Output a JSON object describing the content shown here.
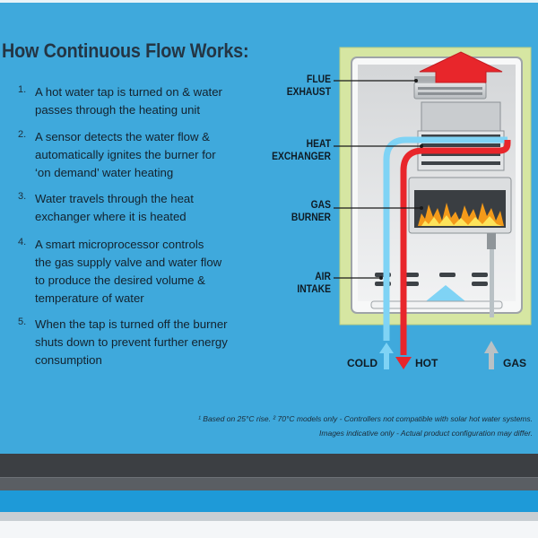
{
  "title": "How Continuous Flow Works:",
  "steps": [
    {
      "number": "1.",
      "lines": [
        "A hot water tap is turned on & water",
        "passes through the heating unit"
      ]
    },
    {
      "number": "2.",
      "lines": [
        "A sensor detects the water flow &",
        "automatically ignites the burner for",
        "‘on demand’ water heating"
      ]
    },
    {
      "number": "3.",
      "lines": [
        "Water travels through the heat",
        "exchanger where it is heated"
      ]
    },
    {
      "number": "4.",
      "lines": [
        "A smart microprocessor controls",
        "the gas supply valve and water flow",
        "to produce the desired volume &",
        "temperature of water"
      ]
    },
    {
      "number": "5.",
      "lines": [
        "When the tap is turned off the burner",
        "shuts down to prevent further energy",
        "consumption"
      ]
    }
  ],
  "diagram": {
    "labels": {
      "flue_exhaust": [
        "FLUE",
        "EXHAUST"
      ],
      "heat_exchanger": [
        "HEAT",
        "EXCHANGER"
      ],
      "gas_burner": [
        "GAS",
        "BURNER"
      ],
      "air_intake": [
        "AIR",
        "INTAKE"
      ],
      "cold": "COLD",
      "hot": "HOT",
      "gas": "GAS"
    },
    "colors": {
      "cold_pipe": "#7fd3f5",
      "hot_pipe": "#e8262b",
      "gas_pipe": "#b9c1c5",
      "frame": "#d6e6a2",
      "flame": "#f39a1a"
    }
  },
  "footnote": {
    "line1": "¹ Based on 25°C rise. ² 70°C models only - Controllers not compatible with solar hot water systems.",
    "line2": "Images indicative only - Actual product configuration may differ."
  }
}
